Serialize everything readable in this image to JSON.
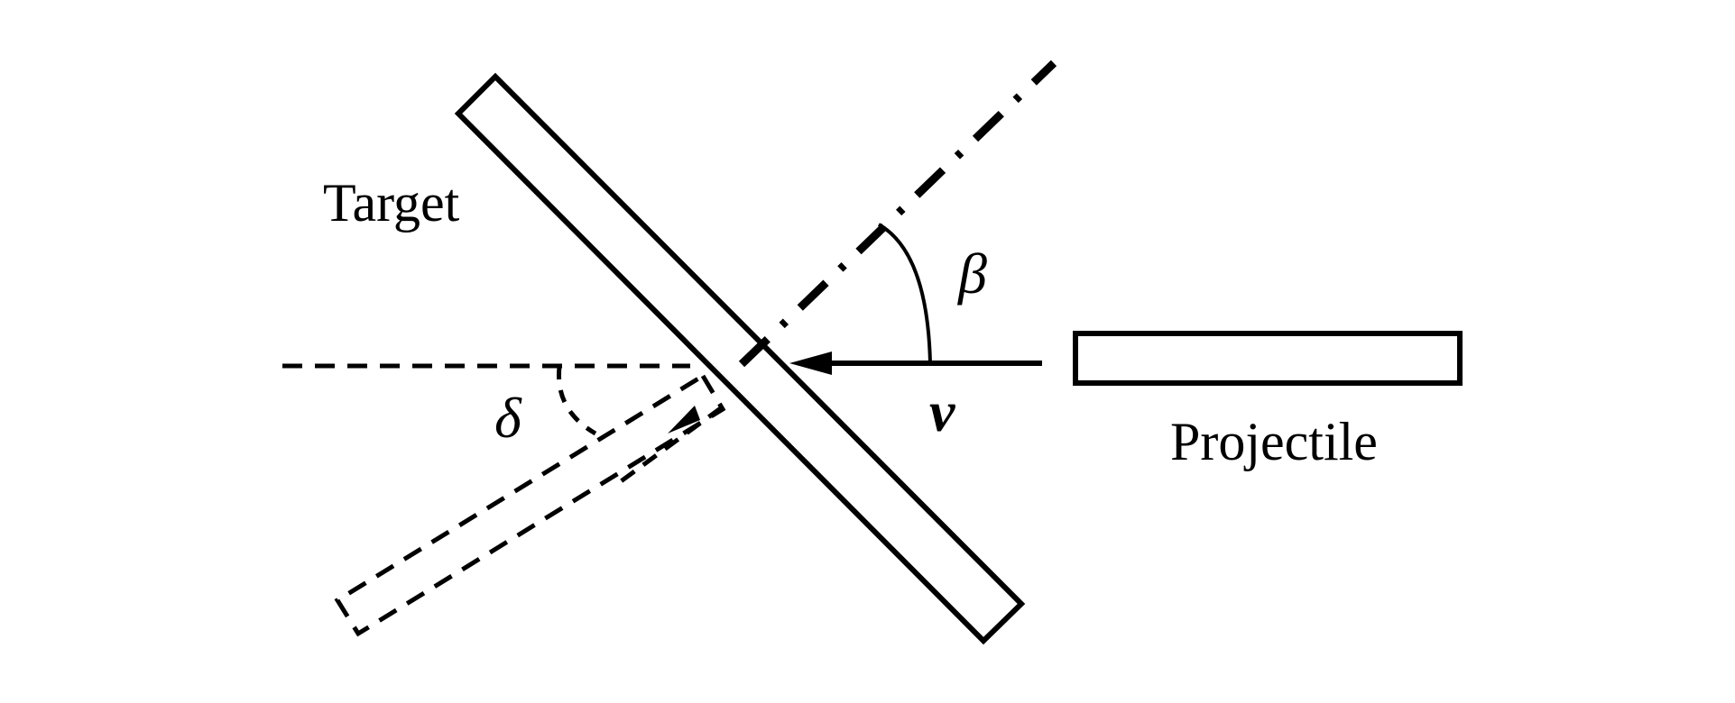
{
  "labels": {
    "target": "Target",
    "projectile": "Projectile",
    "beta": "β",
    "velocity": "v",
    "delta": "δ"
  },
  "colors": {
    "stroke": "#000000",
    "background": "#ffffff"
  }
}
